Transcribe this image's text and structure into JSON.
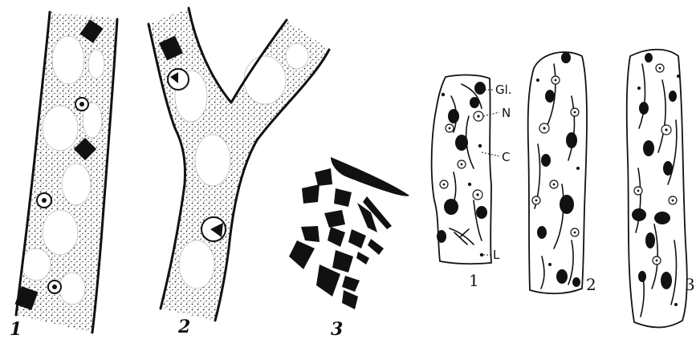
{
  "left_figure": {
    "panels": [
      {
        "number": "1"
      },
      {
        "number": "2"
      },
      {
        "number": "3"
      }
    ]
  },
  "right_figure": {
    "panels": [
      {
        "number": "1"
      },
      {
        "number": "2"
      },
      {
        "number": "3"
      }
    ],
    "labels": {
      "gl": "Gl.",
      "n": "N",
      "c": "C",
      "l": "L"
    }
  }
}
